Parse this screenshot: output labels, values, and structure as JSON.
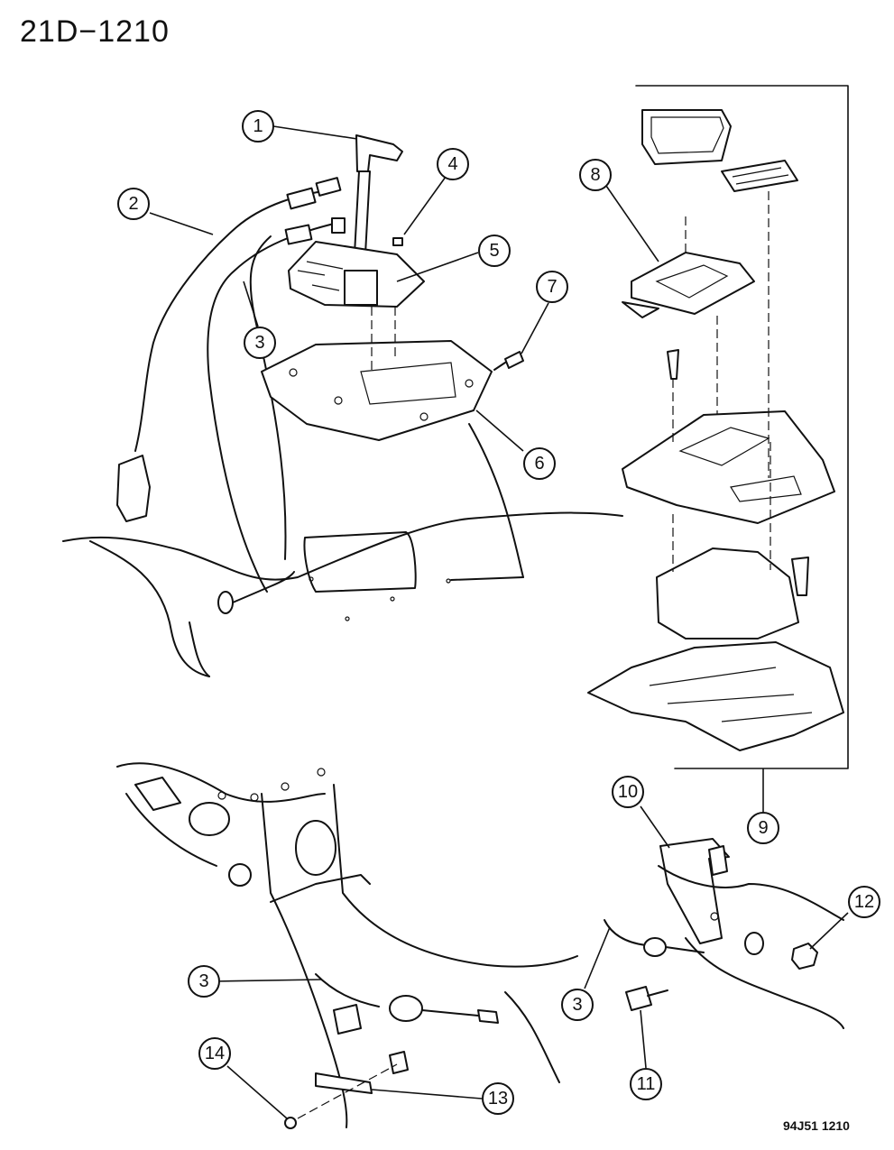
{
  "header": {
    "page_code": "21D−1210"
  },
  "footer": {
    "drawing_code": "94J51  1210"
  },
  "callouts": [
    {
      "id": "c1",
      "label": "1"
    },
    {
      "id": "c2",
      "label": "2"
    },
    {
      "id": "c4",
      "label": "4"
    },
    {
      "id": "c5",
      "label": "5"
    },
    {
      "id": "c3a",
      "label": "3"
    },
    {
      "id": "c7",
      "label": "7"
    },
    {
      "id": "c6",
      "label": "6"
    },
    {
      "id": "c8",
      "label": "8"
    },
    {
      "id": "c10",
      "label": "10"
    },
    {
      "id": "c9",
      "label": "9"
    },
    {
      "id": "c12",
      "label": "12"
    },
    {
      "id": "c3b",
      "label": "3"
    },
    {
      "id": "c3c",
      "label": "3"
    },
    {
      "id": "c11",
      "label": "11"
    },
    {
      "id": "c14",
      "label": "14"
    },
    {
      "id": "c13",
      "label": "13"
    }
  ]
}
